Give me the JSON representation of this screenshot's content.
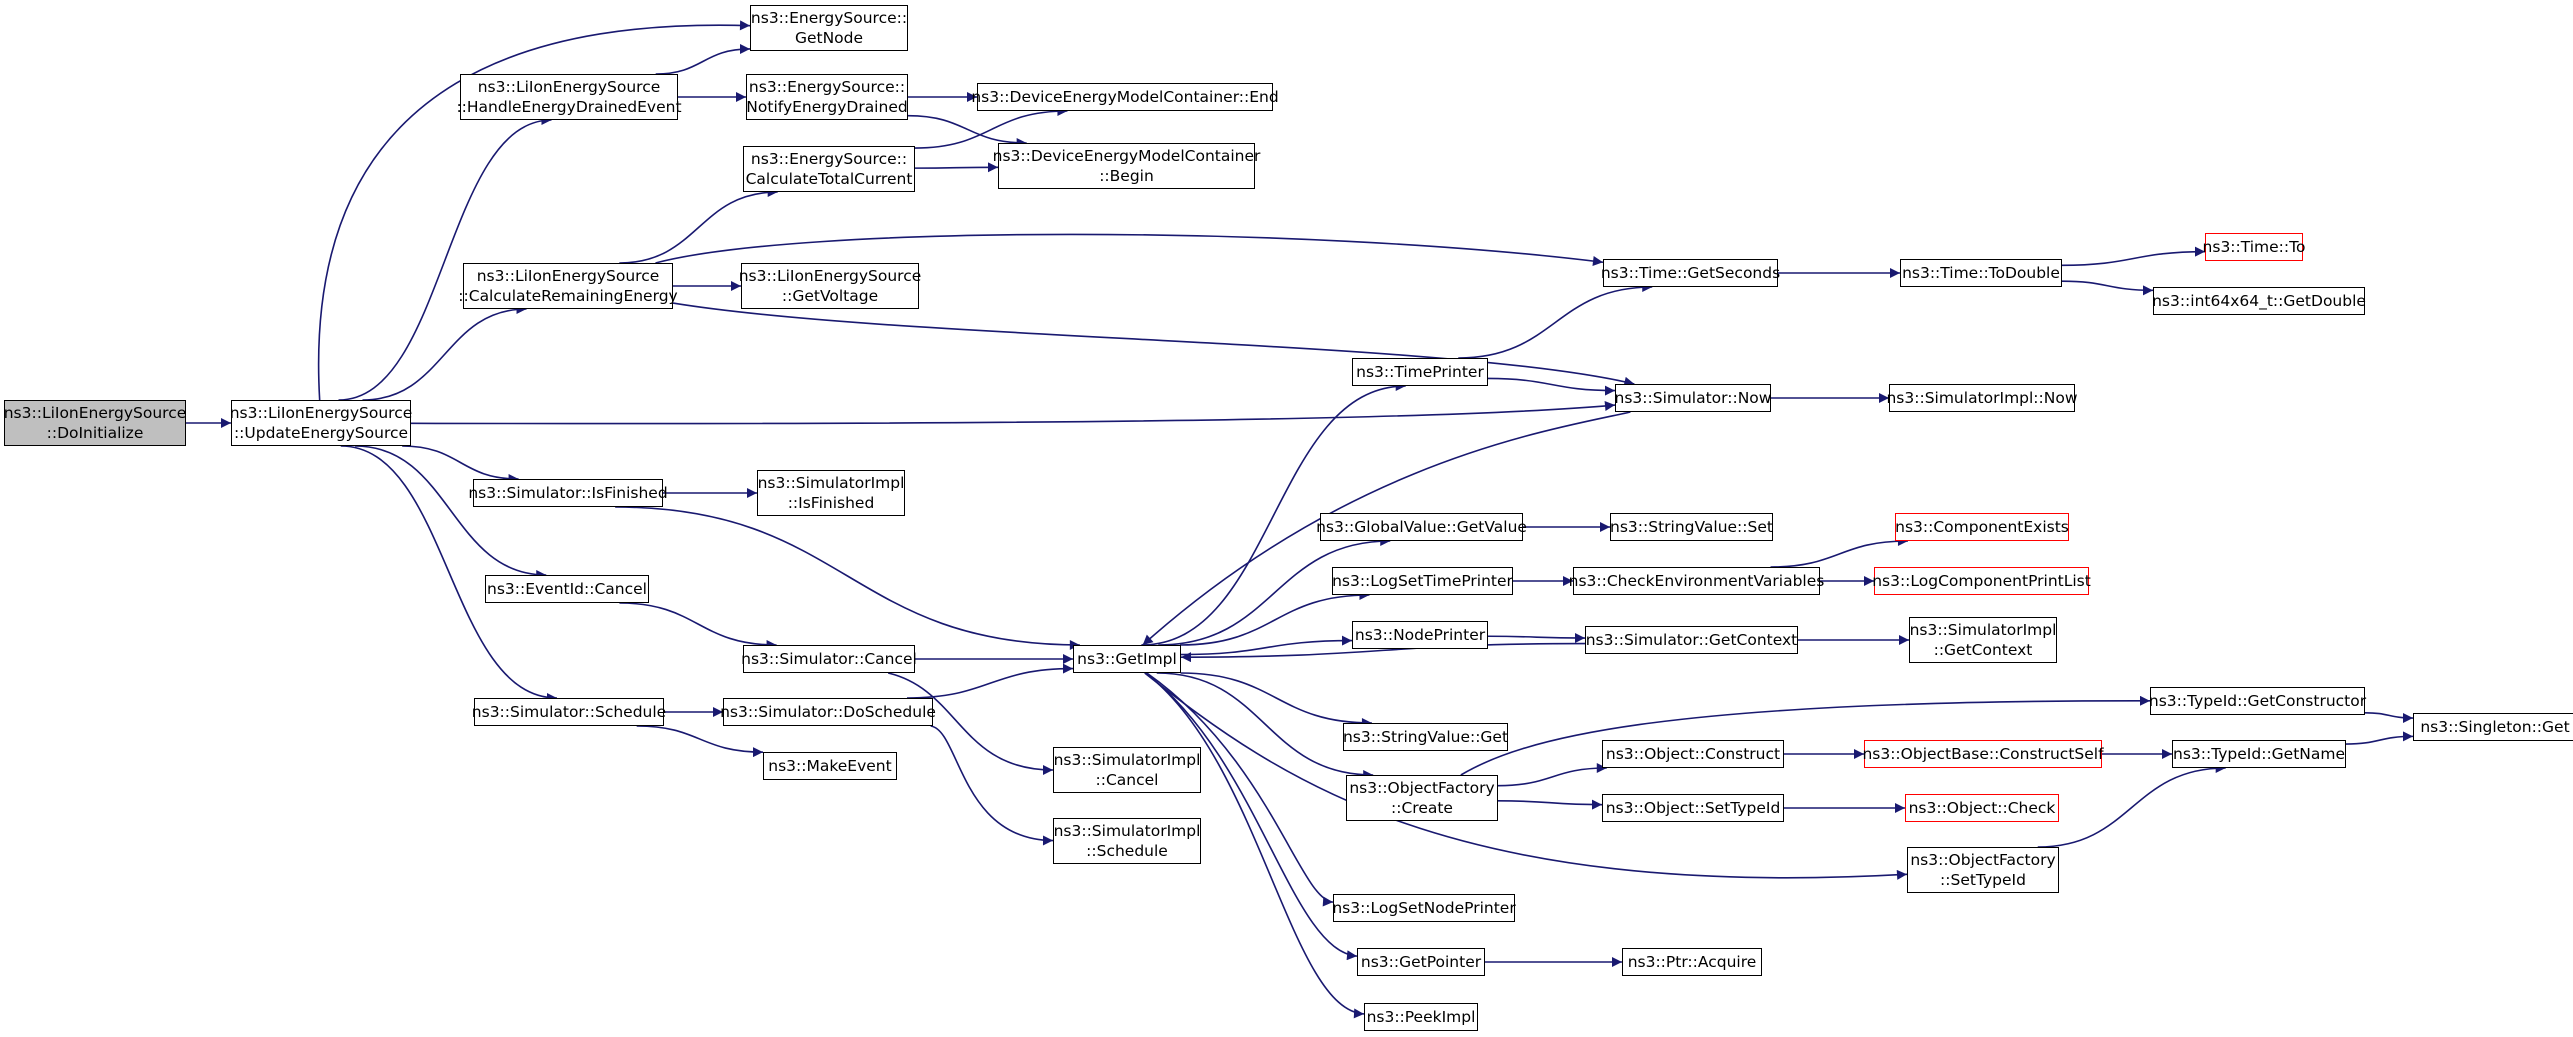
{
  "graph": {
    "edge_color": "#191970",
    "node_border": "#000000",
    "truncated_border": "#ff0000",
    "root_fill": "#bfbfbf",
    "nodes": [
      {
        "id": "doinit",
        "lines": [
          "ns3::LiIonEnergySource",
          "::DoInitialize"
        ],
        "root": true
      },
      {
        "id": "update",
        "lines": [
          "ns3::LiIonEnergySource",
          "::UpdateEnergySource"
        ]
      },
      {
        "id": "getnode",
        "lines": [
          "ns3::EnergySource::",
          "GetNode"
        ]
      },
      {
        "id": "drained",
        "lines": [
          "ns3::LiIonEnergySource",
          "::HandleEnergyDrainedEvent"
        ]
      },
      {
        "id": "notify",
        "lines": [
          "ns3::EnergySource::",
          "NotifyEnergyDrained"
        ]
      },
      {
        "id": "demcend",
        "lines": [
          "ns3::DeviceEnergyModelContainer::End"
        ]
      },
      {
        "id": "demcbegin",
        "lines": [
          "ns3::DeviceEnergyModelContainer",
          "::Begin"
        ]
      },
      {
        "id": "calctotal",
        "lines": [
          "ns3::EnergySource::",
          "CalculateTotalCurrent"
        ]
      },
      {
        "id": "calcremain",
        "lines": [
          "ns3::LiIonEnergySource",
          "::CalculateRemainingEnergy"
        ]
      },
      {
        "id": "getvoltage",
        "lines": [
          "ns3::LiIonEnergySource",
          "::GetVoltage"
        ]
      },
      {
        "id": "getseconds",
        "lines": [
          "ns3::Time::GetSeconds"
        ]
      },
      {
        "id": "todouble",
        "lines": [
          "ns3::Time::ToDouble"
        ]
      },
      {
        "id": "timeto",
        "lines": [
          "ns3::Time::To"
        ],
        "truncated": true
      },
      {
        "id": "int64get",
        "lines": [
          "ns3::int64x64_t::GetDouble"
        ]
      },
      {
        "id": "timeprinter",
        "lines": [
          "ns3::TimePrinter"
        ]
      },
      {
        "id": "simnow",
        "lines": [
          "ns3::Simulator::Now"
        ]
      },
      {
        "id": "simimplnow",
        "lines": [
          "ns3::SimulatorImpl::Now"
        ]
      },
      {
        "id": "isfinished",
        "lines": [
          "ns3::Simulator::IsFinished"
        ]
      },
      {
        "id": "implisfinished",
        "lines": [
          "ns3::SimulatorImpl",
          "::IsFinished"
        ]
      },
      {
        "id": "gvgetvalue",
        "lines": [
          "ns3::GlobalValue::GetValue"
        ]
      },
      {
        "id": "svset",
        "lines": [
          "ns3::StringValue::Set"
        ]
      },
      {
        "id": "compexists",
        "lines": [
          "ns3::ComponentExists"
        ],
        "truncated": true
      },
      {
        "id": "logsettime",
        "lines": [
          "ns3::LogSetTimePrinter"
        ]
      },
      {
        "id": "checkenv",
        "lines": [
          "ns3::CheckEnvironmentVariables"
        ]
      },
      {
        "id": "logcomp",
        "lines": [
          "ns3::LogComponentPrintList"
        ],
        "truncated": true
      },
      {
        "id": "eventcancel",
        "lines": [
          "ns3::EventId::Cancel"
        ]
      },
      {
        "id": "nodeprinter",
        "lines": [
          "ns3::NodePrinter"
        ]
      },
      {
        "id": "simgetctx",
        "lines": [
          "ns3::Simulator::GetContext"
        ]
      },
      {
        "id": "implgetctx",
        "lines": [
          "ns3::SimulatorImpl",
          "::GetContext"
        ]
      },
      {
        "id": "simcancel",
        "lines": [
          "ns3::Simulator::Cancel"
        ]
      },
      {
        "id": "getimpl",
        "lines": [
          "ns3::GetImpl"
        ]
      },
      {
        "id": "getctor",
        "lines": [
          "ns3::TypeId::GetConstructor"
        ]
      },
      {
        "id": "singleton",
        "lines": [
          "ns3::Singleton::Get"
        ]
      },
      {
        "id": "schedule",
        "lines": [
          "ns3::Simulator::Schedule"
        ]
      },
      {
        "id": "doschedule",
        "lines": [
          "ns3::Simulator::DoSchedule"
        ]
      },
      {
        "id": "svget",
        "lines": [
          "ns3::StringValue::Get"
        ]
      },
      {
        "id": "objconstruct",
        "lines": [
          "ns3::Object::Construct"
        ]
      },
      {
        "id": "constructself",
        "lines": [
          "ns3::ObjectBase::ConstructSelf"
        ],
        "truncated": true
      },
      {
        "id": "getname",
        "lines": [
          "ns3::TypeId::GetName"
        ]
      },
      {
        "id": "makeevent",
        "lines": [
          "ns3::MakeEvent"
        ]
      },
      {
        "id": "implcancel",
        "lines": [
          "ns3::SimulatorImpl",
          "::Cancel"
        ]
      },
      {
        "id": "ofcreate",
        "lines": [
          "ns3::ObjectFactory",
          "::Create"
        ]
      },
      {
        "id": "objsettypeid",
        "lines": [
          "ns3::Object::SetTypeId"
        ]
      },
      {
        "id": "objcheck",
        "lines": [
          "ns3::Object::Check"
        ],
        "truncated": true
      },
      {
        "id": "implschedule",
        "lines": [
          "ns3::SimulatorImpl",
          "::Schedule"
        ]
      },
      {
        "id": "ofsettypeid",
        "lines": [
          "ns3::ObjectFactory",
          "::SetTypeId"
        ]
      },
      {
        "id": "logsetnode",
        "lines": [
          "ns3::LogSetNodePrinter"
        ]
      },
      {
        "id": "getpointer",
        "lines": [
          "ns3::GetPointer"
        ]
      },
      {
        "id": "ptracquire",
        "lines": [
          "ns3::Ptr::Acquire"
        ]
      },
      {
        "id": "peekimpl",
        "lines": [
          "ns3::PeekImpl"
        ]
      }
    ],
    "edges": [
      [
        "doinit",
        "update"
      ],
      [
        "update",
        "getnode"
      ],
      [
        "update",
        "drained"
      ],
      [
        "update",
        "calcremain"
      ],
      [
        "update",
        "simnow"
      ],
      [
        "update",
        "isfinished"
      ],
      [
        "update",
        "eventcancel"
      ],
      [
        "update",
        "schedule"
      ],
      [
        "drained",
        "getnode"
      ],
      [
        "drained",
        "notify"
      ],
      [
        "notify",
        "demcend"
      ],
      [
        "notify",
        "demcbegin"
      ],
      [
        "calctotal",
        "demcend"
      ],
      [
        "calctotal",
        "demcbegin"
      ],
      [
        "calcremain",
        "calctotal"
      ],
      [
        "calcremain",
        "getvoltage"
      ],
      [
        "calcremain",
        "getseconds"
      ],
      [
        "calcremain",
        "simnow"
      ],
      [
        "getseconds",
        "todouble"
      ],
      [
        "todouble",
        "timeto"
      ],
      [
        "todouble",
        "int64get"
      ],
      [
        "timeprinter",
        "getseconds"
      ],
      [
        "timeprinter",
        "simnow"
      ],
      [
        "simnow",
        "simimplnow"
      ],
      [
        "simnow",
        "getimpl"
      ],
      [
        "isfinished",
        "implisfinished"
      ],
      [
        "isfinished",
        "getimpl"
      ],
      [
        "eventcancel",
        "simcancel"
      ],
      [
        "simcancel",
        "getimpl"
      ],
      [
        "simcancel",
        "implcancel"
      ],
      [
        "schedule",
        "doschedule"
      ],
      [
        "schedule",
        "makeevent"
      ],
      [
        "doschedule",
        "getimpl"
      ],
      [
        "doschedule",
        "implschedule"
      ],
      [
        "getimpl",
        "timeprinter"
      ],
      [
        "getimpl",
        "gvgetvalue"
      ],
      [
        "getimpl",
        "logsettime"
      ],
      [
        "getimpl",
        "nodeprinter"
      ],
      [
        "getimpl",
        "svget"
      ],
      [
        "getimpl",
        "ofcreate"
      ],
      [
        "getimpl",
        "logsetnode"
      ],
      [
        "getimpl",
        "getpointer"
      ],
      [
        "getimpl",
        "peekimpl"
      ],
      [
        "getimpl",
        "ofsettypeid"
      ],
      [
        "gvgetvalue",
        "svset"
      ],
      [
        "logsettime",
        "checkenv"
      ],
      [
        "checkenv",
        "compexists"
      ],
      [
        "checkenv",
        "logcomp"
      ],
      [
        "nodeprinter",
        "simgetctx"
      ],
      [
        "simgetctx",
        "implgetctx"
      ],
      [
        "simgetctx",
        "getimpl"
      ],
      [
        "ofcreate",
        "getctor"
      ],
      [
        "ofcreate",
        "objconstruct"
      ],
      [
        "ofcreate",
        "objsettypeid"
      ],
      [
        "objconstruct",
        "constructself"
      ],
      [
        "constructself",
        "getname"
      ],
      [
        "objsettypeid",
        "objcheck"
      ],
      [
        "getname",
        "singleton"
      ],
      [
        "getctor",
        "singleton"
      ],
      [
        "ofsettypeid",
        "getname"
      ],
      [
        "getpointer",
        "ptracquire"
      ]
    ]
  }
}
